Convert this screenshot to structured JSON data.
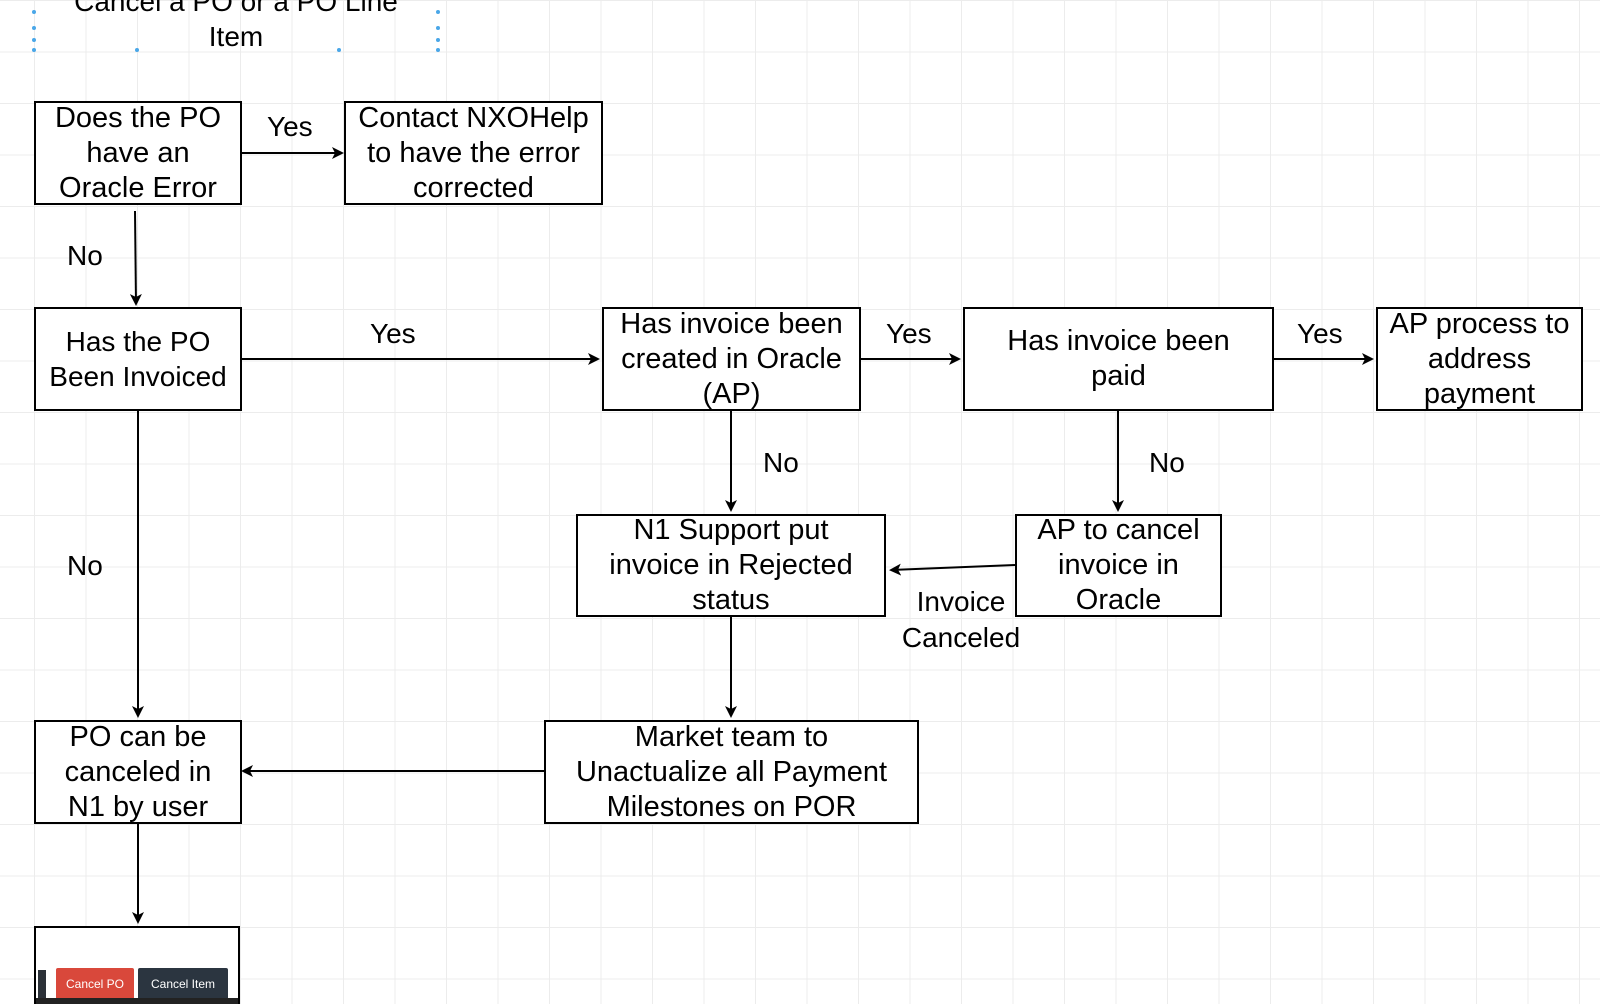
{
  "title": {
    "line1": "Cancel a PO or a PO Line",
    "line2": "Item"
  },
  "nodes": {
    "oracle_error": [
      "Does the PO",
      "have an",
      "Oracle Error"
    ],
    "contact_help": [
      "Contact NXOHelp",
      "to have the error",
      "corrected"
    ],
    "invoiced": [
      "Has the PO",
      "Been Invoiced"
    ],
    "invoice_created": [
      "Has invoice been",
      "created in Oracle",
      "(AP)"
    ],
    "invoice_paid": [
      "Has invoice been",
      "paid"
    ],
    "ap_process": [
      "AP process to",
      "address",
      "payment"
    ],
    "n1_support": [
      "N1 Support put",
      "invoice in Rejected",
      "status"
    ],
    "ap_cancel": [
      "AP to cancel",
      "invoice in",
      "Oracle"
    ],
    "po_cancel": [
      "PO can be",
      "canceled in",
      "N1 by user"
    ],
    "market_team": [
      "Market team to",
      "Unactualize all Payment",
      "Milestones on POR"
    ]
  },
  "edge_labels": {
    "yes_1": "Yes",
    "no_1": "No",
    "yes_2": "Yes",
    "yes_3": "Yes",
    "yes_4": "Yes",
    "no_2": "No",
    "no_3": "No",
    "no_4": "No",
    "invoice_canceled_1": "Invoice",
    "invoice_canceled_2": "Canceled"
  },
  "buttons": {
    "cancel_po": "Cancel PO",
    "cancel_item": "Cancel Item"
  },
  "colors": {
    "cancel_po": "#d9483b",
    "cancel_item": "#2b3540",
    "selection": "#4aa7e8"
  }
}
